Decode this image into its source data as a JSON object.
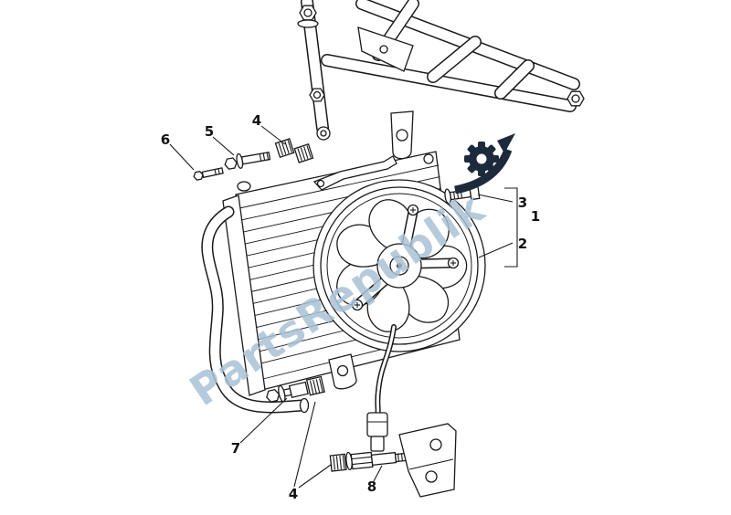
{
  "page": {
    "background": "#ffffff"
  },
  "watermark": {
    "text": "PartsRepublik",
    "color": "#a9c3d6",
    "opacity": "0.85"
  },
  "brand_logo": {
    "icon": "gear-with-arrow",
    "color": "#1d2a3c"
  },
  "drawing": {
    "ink_color": "#1a1a1a"
  },
  "callouts": [
    {
      "label": "6"
    },
    {
      "label": "5"
    },
    {
      "label": "4"
    },
    {
      "label": "3"
    },
    {
      "label": "1"
    },
    {
      "label": "2"
    },
    {
      "label": "7"
    },
    {
      "label": "4"
    },
    {
      "label": "8"
    }
  ]
}
